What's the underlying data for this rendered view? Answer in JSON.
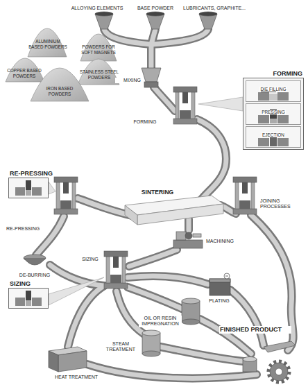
{
  "diagram": {
    "nodes": [
      {
        "text": [
          "FORMING"
        ]
      },
      {
        "text": [
          "DIE FILLING"
        ],
        "in": 0
      },
      {
        "text": [
          "PRESSING"
        ],
        "in": 0
      },
      {
        "text": [
          "EJECTION"
        ],
        "in": 0
      },
      {
        "text": [
          "RE-PRESSING"
        ]
      },
      {
        "text": [
          "SIZING"
        ]
      }
    ],
    "labels": [
      "ALLOYING ELEMENTS",
      "BASE POWDER",
      "LUBRICANTS, GRAPHITE...",
      "ALUMINIUM BASED POWDERS",
      "POWDERS FOR SOFT MAGNETS",
      "COPPER BASED POWDERS",
      "STAINLESS STEEL POWDERS",
      "IRON BASED POWDERS",
      "MIXING",
      "FORMING",
      "SINTERING",
      "RE-PRESSING",
      "JOINING PROCESSES",
      "MACHINING",
      "DE-BURRING",
      "PLATING",
      "OIL OR RESIN IMPREGNATION",
      "SIZING",
      "STEAM TREATMENT",
      "FINISHED PRODUCT",
      "HEAT TREATMENT"
    ]
  }
}
